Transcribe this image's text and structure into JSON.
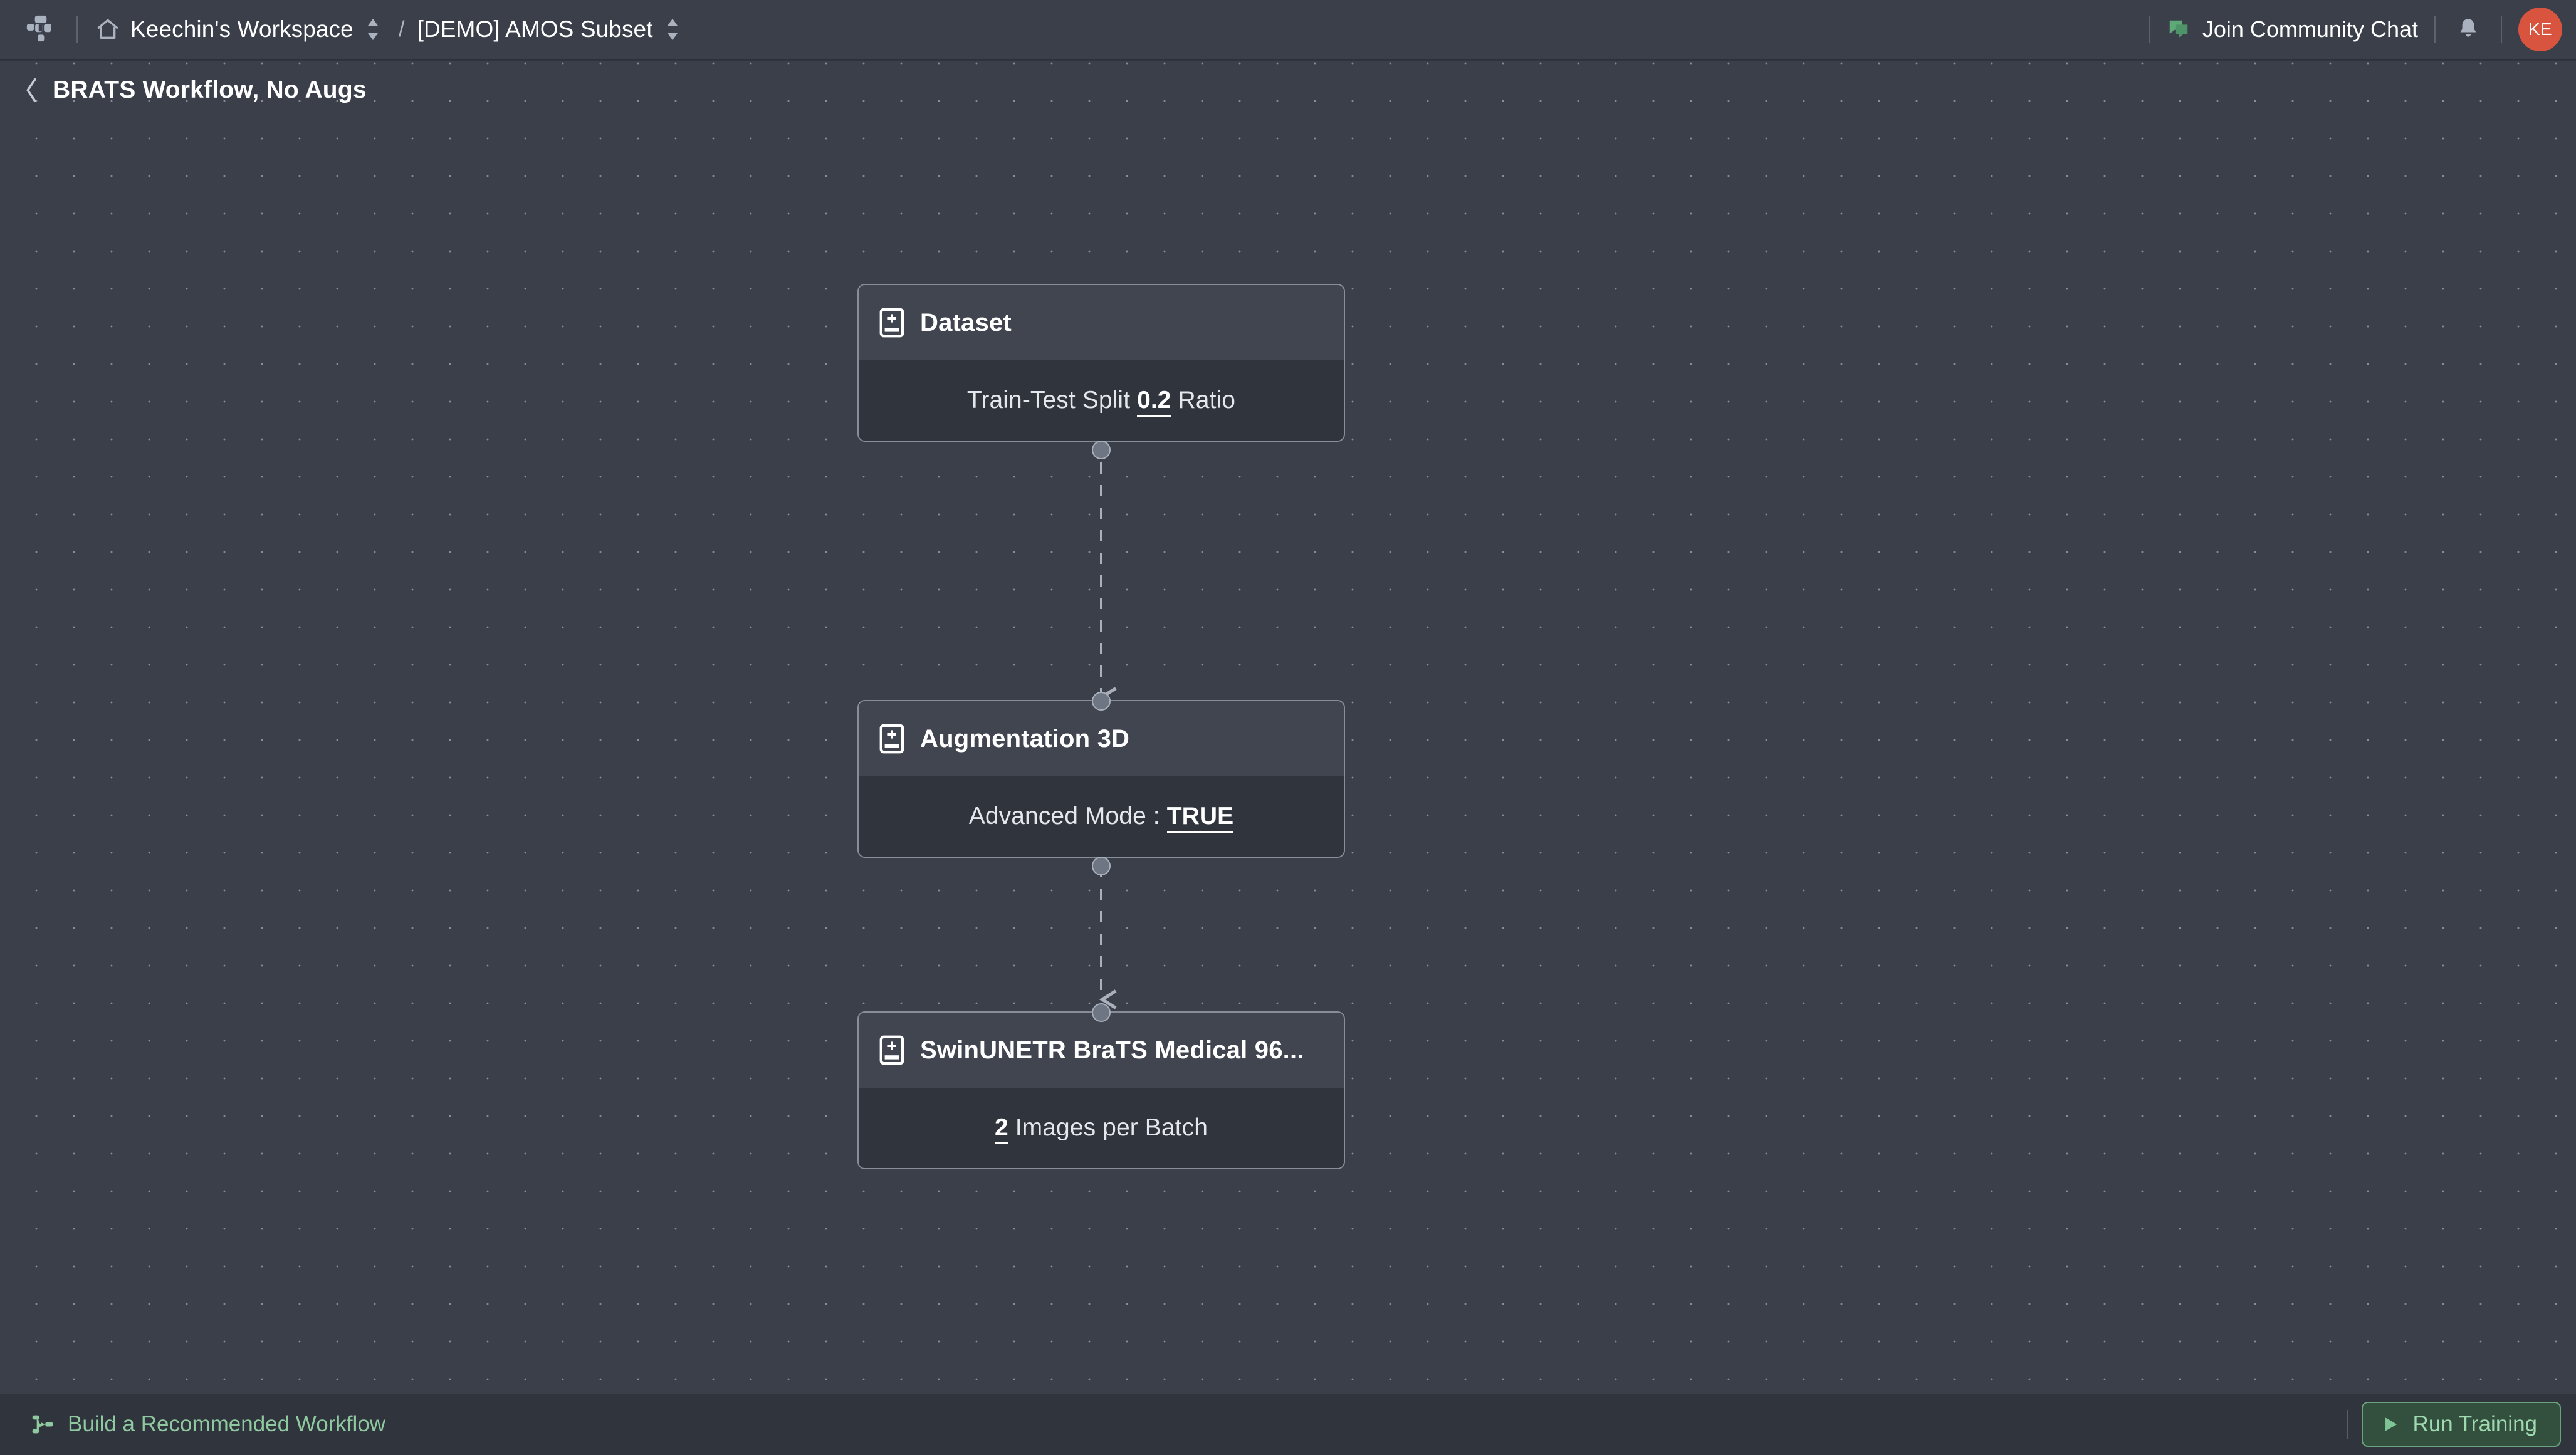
{
  "header": {
    "logo_icon": "workflow-node-logo-icon",
    "home_icon": "home-icon",
    "workspace_label": "Keechin's Workspace",
    "workspace_selector_icon": "chevron-up-down-icon",
    "separator": "/",
    "project_label": "[DEMO] AMOS Subset",
    "project_selector_icon": "chevron-up-down-icon",
    "chat_icon": "chat-bubble-icon",
    "chat_label": "Join Community Chat",
    "bell_icon": "bell-icon",
    "avatar_initials": "KE",
    "avatar_color": "#d9543f"
  },
  "page": {
    "back_icon": "chevron-left-icon",
    "title": "BRATS Workflow, No Augs"
  },
  "canvas": {
    "background_color": "#3a3f4a",
    "dot_color": "#878d99",
    "nodes": [
      {
        "id": "dataset",
        "icon": "add-module-icon",
        "title": "Dataset",
        "param_prefix": "Train-Test Split",
        "param_value": "0.2",
        "param_suffix": "Ratio",
        "has_input_port": false,
        "has_output_port": true
      },
      {
        "id": "augmentation-3d",
        "icon": "add-module-icon",
        "title": "Augmentation 3D",
        "param_prefix": "Advanced Mode :",
        "param_value": "TRUE",
        "param_suffix": "",
        "has_input_port": true,
        "has_output_port": true
      },
      {
        "id": "swinunetr",
        "icon": "add-module-icon",
        "title": "SwinUNETR BraTS Medical 96...",
        "param_prefix": "",
        "param_value": "2",
        "param_suffix": "Images per Batch",
        "has_input_port": true,
        "has_output_port": false
      }
    ],
    "edges": [
      {
        "from": "dataset",
        "to": "augmentation-3d",
        "style": "dashed"
      },
      {
        "from": "augmentation-3d",
        "to": "swinunetr",
        "style": "dashed"
      }
    ]
  },
  "footer": {
    "build_icon": "workflow-suggest-icon",
    "build_label": "Build a Recommended Workflow",
    "run_icon": "play-icon",
    "run_label": "Run Training",
    "accent_color": "#8fc9a0"
  }
}
